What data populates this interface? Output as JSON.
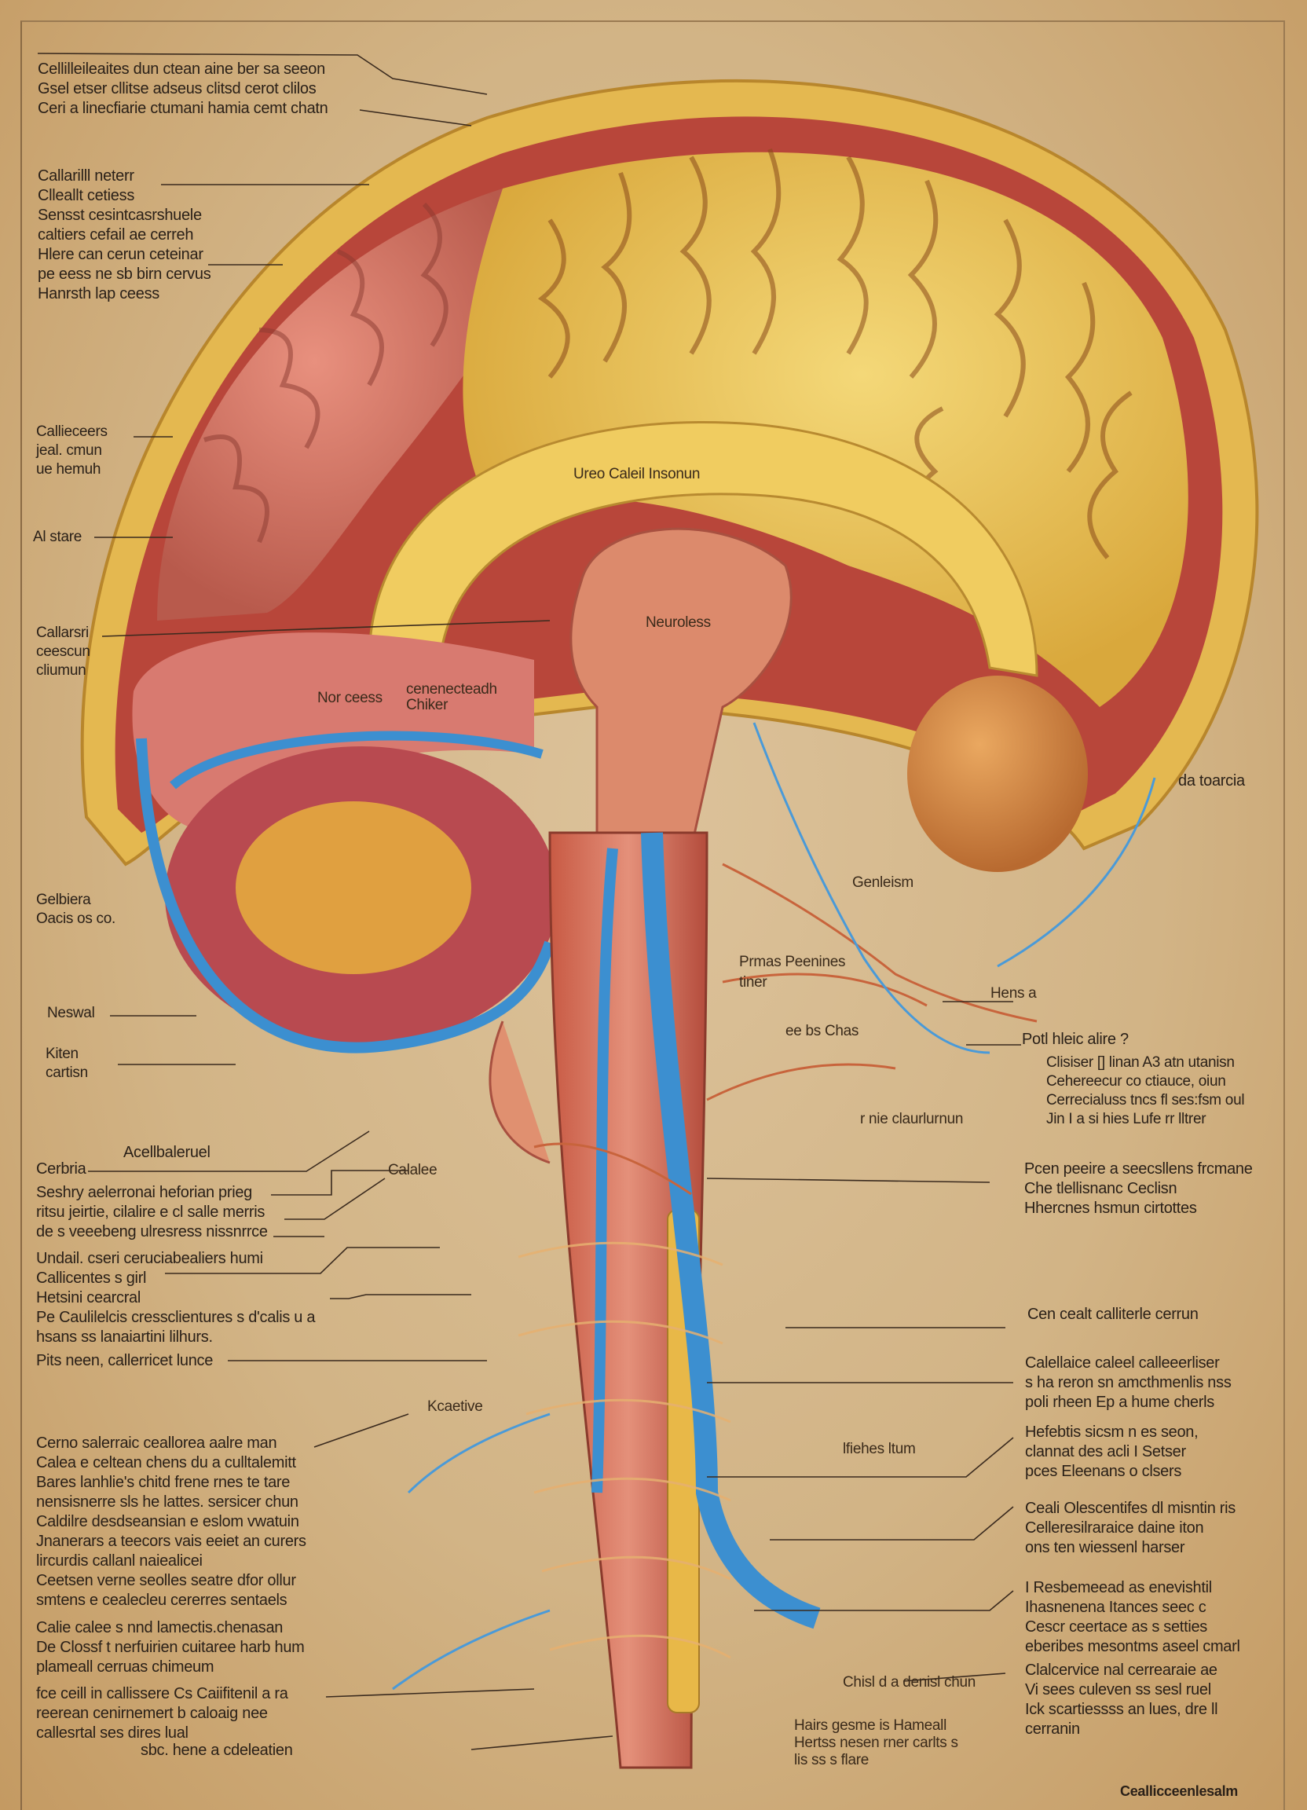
{
  "labels": {
    "top_left": [
      "Cellilleileaites dun ctean aine ber sa seeon",
      "Gsel etser cllitse adseus clitsd cerot clilos",
      "Ceri a linecfiarie ctumani hamia cemt chatn"
    ],
    "upper_left": [
      "Callarilll neterr",
      "Clleallt cetiess",
      "Sensst cesintcasrshuele",
      "caltiers cefail ae cerreh",
      "Hlere can cerun ceteinar",
      "pe eess ne sb birn cervus",
      "Hanrsth lap ceess"
    ],
    "left_a": [
      "Callieceers",
      "jeal. cmun",
      "ue hemuh"
    ],
    "left_b": [
      "Al stare"
    ],
    "left_c": [
      "Callarsri",
      "ceescun",
      "cliumun"
    ],
    "left_d": [
      "Gelbiera",
      "Oacis os co."
    ],
    "left_e": [
      "Neswal"
    ],
    "left_f": [
      "Kiten",
      "cartisn"
    ],
    "left_g": [
      "Acellbaleruel"
    ],
    "left_h": [
      "Cerbria"
    ],
    "left_i": [
      "Seshry aelerronai heforian prieg",
      "ritsu jeirtie, cilalire e cl salle merris",
      "de s veeebeng ulresress nissnrrce"
    ],
    "left_j": [
      "Undail. cseri ceruciabealiers humi",
      "Callicentes s girl",
      "Hetsini cearcral",
      "Pe Caulilelcis cressclientures s d'calis u a",
      "hsans ss lanaiartini lilhurs."
    ],
    "left_k": [
      "Pits neen, callerricet lunce"
    ],
    "left_l": [
      "Cerno salerraic ceallorea aalre man",
      "Calea e celtean chens du a culltalemitt",
      "Bares lanhlie's chitd frene rnes te tare",
      "nensisnerre sls he lattes. sersicer chun",
      "Caldilre desdseansian e eslom vwatuin",
      "Jnanerars a teecors vais eeiet an curers",
      "lircurdis callanl naiealicei"
    ],
    "left_m": [
      "Ceetsen verne seolles seatre dfor ollur",
      "smtens e cealecleu cererres sentaels"
    ],
    "left_n": [
      "Calie calee s nnd lamectis.chenasan",
      "De Clossf t nerfuirien cuitaree harb hum",
      "plameall cerruas chimeum"
    ],
    "left_o": [
      "fce ceill in callissere Cs Caiifitenil a ra",
      "reerean cenirnemert b caloaig nee",
      "callesrtal ses dires lual"
    ],
    "left_p": [
      "sbc. hene a cdeleatien"
    ],
    "center_callosum": [
      "Ureo Caleil     Insonun"
    ],
    "center_pons": [
      "Neuroless"
    ],
    "center_a": [
      "Nor ceess"
    ],
    "center_b": [
      "cenenecteadh",
      "Chiker"
    ],
    "center_c": [
      "Calalee"
    ],
    "center_d": [
      "Kcaetive"
    ],
    "center_e": [
      "Genleism"
    ],
    "center_f": [
      "Prmas Peenines",
      "tiner"
    ],
    "center_g": [
      "ee bs Chas"
    ],
    "center_h": [
      "r nie claurlurnun"
    ],
    "center_i": [
      "Hens a"
    ],
    "center_j": [
      "lfiehes ltum"
    ],
    "center_k": [
      "Chisl d a denisl chun"
    ],
    "center_l": [
      "Hairs gesme is Hameall",
      "Hertss nesen rner carlts s",
      "lis ss s flare"
    ],
    "right_a": [
      "da toarcia"
    ],
    "right_b": [
      "Potl hleic alire ?"
    ],
    "right_c": [
      "Clisiser [] linan A3 atn utanisn",
      "Cehereecur co ctiauce, oiun",
      "Cerrecialuss tncs fl ses:fsm oul",
      "Jin I a si hies Lufe rr lltrer"
    ],
    "right_d": [
      "Pcen peeire a seecsllens frcmane",
      "Che tlellisnanc Ceclisn",
      "Hhercnes hsmun cirtottes"
    ],
    "right_e": [
      "Cen cealt calliterle cerrun"
    ],
    "right_f": [
      "Calellaice caleel calleeerliser",
      "s ha reron sn amcthmenlis nss",
      "poli rheen Ep a hume cherls"
    ],
    "right_g": [
      "Hefebtis sicsm n es seon,",
      "clannat des acli I Setser",
      "pces Eleenans o clsers"
    ],
    "right_h": [
      "Ceali Olescentifes dl misntin ris",
      "Celleresilraraice daine iton",
      "ons ten wiessenl harser"
    ],
    "right_i": [
      "I Resbemeead as enevishtil",
      "Ihasnenena Itances seec c",
      "Cescr ceertace as s setties",
      "eberibes mesontms aseel cmarl"
    ],
    "right_j": [
      "Clalcervice nal cerrearaie ae",
      "Vi sees culeven ss sesl ruel",
      "Ick scartiessss an lues, dre ll",
      "cerranin"
    ],
    "corner": [
      "Ceallicceenlesalm"
    ]
  },
  "colors": {
    "background": "#d2b486",
    "skull": "#e8c060",
    "meninges": "#b8463a",
    "cortex_left": "#d8786a",
    "cortex_right": "#eec85a",
    "brainstem": "#d47a5e",
    "vessel_blue": "#3c8fd0",
    "cerebellum": "#d68a48"
  }
}
